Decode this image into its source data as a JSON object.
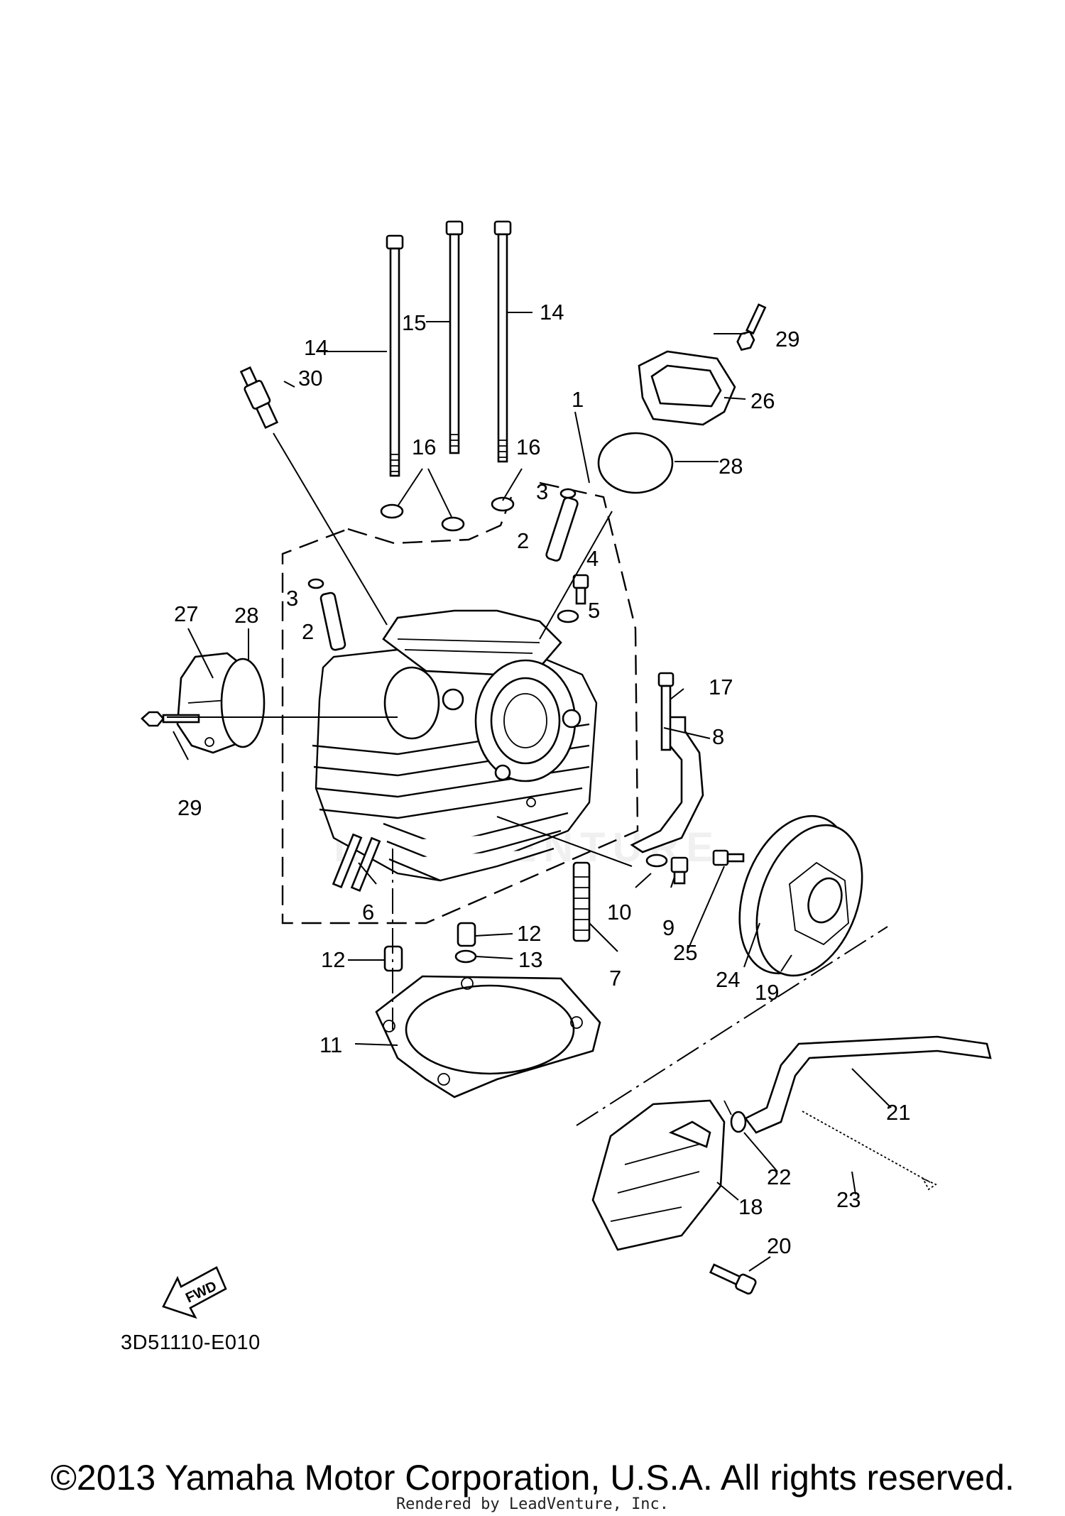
{
  "diagram": {
    "code": "3D51110-E010",
    "fwd_label": "FWD",
    "watermark": "LEADVENTURE",
    "callouts": [
      {
        "id": "c1",
        "text": "1"
      },
      {
        "id": "c2a",
        "text": "2"
      },
      {
        "id": "c2b",
        "text": "2"
      },
      {
        "id": "c3a",
        "text": "3"
      },
      {
        "id": "c3b",
        "text": "3"
      },
      {
        "id": "c4",
        "text": "4"
      },
      {
        "id": "c5",
        "text": "5"
      },
      {
        "id": "c6",
        "text": "6"
      },
      {
        "id": "c7",
        "text": "7"
      },
      {
        "id": "c8",
        "text": "8"
      },
      {
        "id": "c9",
        "text": "9"
      },
      {
        "id": "c10",
        "text": "10"
      },
      {
        "id": "c11",
        "text": "11"
      },
      {
        "id": "c12a",
        "text": "12"
      },
      {
        "id": "c12b",
        "text": "12"
      },
      {
        "id": "c13",
        "text": "13"
      },
      {
        "id": "c14a",
        "text": "14"
      },
      {
        "id": "c14b",
        "text": "14"
      },
      {
        "id": "c15",
        "text": "15"
      },
      {
        "id": "c16a",
        "text": "16"
      },
      {
        "id": "c16b",
        "text": "16"
      },
      {
        "id": "c17",
        "text": "17"
      },
      {
        "id": "c18",
        "text": "18"
      },
      {
        "id": "c19",
        "text": "19"
      },
      {
        "id": "c20",
        "text": "20"
      },
      {
        "id": "c21",
        "text": "21"
      },
      {
        "id": "c22",
        "text": "22"
      },
      {
        "id": "c23",
        "text": "23"
      },
      {
        "id": "c24",
        "text": "24"
      },
      {
        "id": "c25",
        "text": "25"
      },
      {
        "id": "c26",
        "text": "26"
      },
      {
        "id": "c27",
        "text": "27"
      },
      {
        "id": "c28a",
        "text": "28"
      },
      {
        "id": "c28b",
        "text": "28"
      },
      {
        "id": "c29a",
        "text": "29"
      },
      {
        "id": "c29b",
        "text": "29"
      },
      {
        "id": "c30",
        "text": "30"
      }
    ]
  },
  "footer": {
    "copyright": "©2013 Yamaha Motor Corporation, U.S.A. All rights reserved.",
    "rendered_by": "Rendered by LeadVenture, Inc."
  }
}
